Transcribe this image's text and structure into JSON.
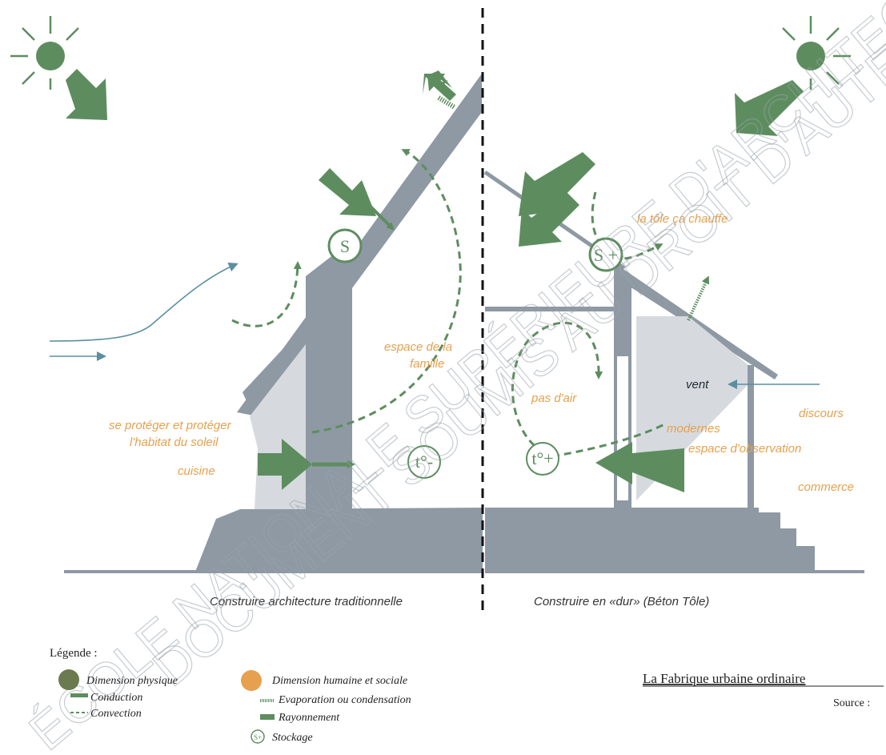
{
  "captions": {
    "left": "Construire architecture traditionnelle",
    "right": "Construire en «dur» (Béton Tôle)"
  },
  "labels": {
    "protect": [
      "se protéger et protéger",
      "l'habitat du soleil"
    ],
    "cuisine": "cuisine",
    "espace_famille": [
      "espace de la",
      "famille"
    ],
    "tole": "la tôle ça chauffe",
    "pas_air": "pas d'air",
    "modernes": "modernes",
    "espace_obs": "espace d'observation",
    "discours": "discours",
    "commerce": "commerce",
    "vent": "vent"
  },
  "symbols": {
    "storage_left": "S",
    "storage_right": "S +",
    "temp_left": "t°-",
    "temp_right": "t°+"
  },
  "legend": {
    "title": "Légende :",
    "items": [
      "Dimension physique",
      "Conduction",
      "Convection",
      "Dimension humaine et sociale",
      "Evaporation ou condensation",
      "Rayonnement",
      "Stockage"
    ],
    "stockage_symbol": "S+"
  },
  "footer": {
    "title": "La Fabrique urbaine ordinaire",
    "source": "Source :"
  },
  "watermark": [
    "ÉCOLE NATIONALE SUPÉRIEURE D'ARCHITECTURE DE",
    "DOCUMENT SOUMIS AU DROIT D'AUTEUR"
  ],
  "colors": {
    "wall": "#8e99a4",
    "green": "#5d8d5f",
    "orange": "#e6a04e",
    "wind": "#5b8ea0"
  }
}
